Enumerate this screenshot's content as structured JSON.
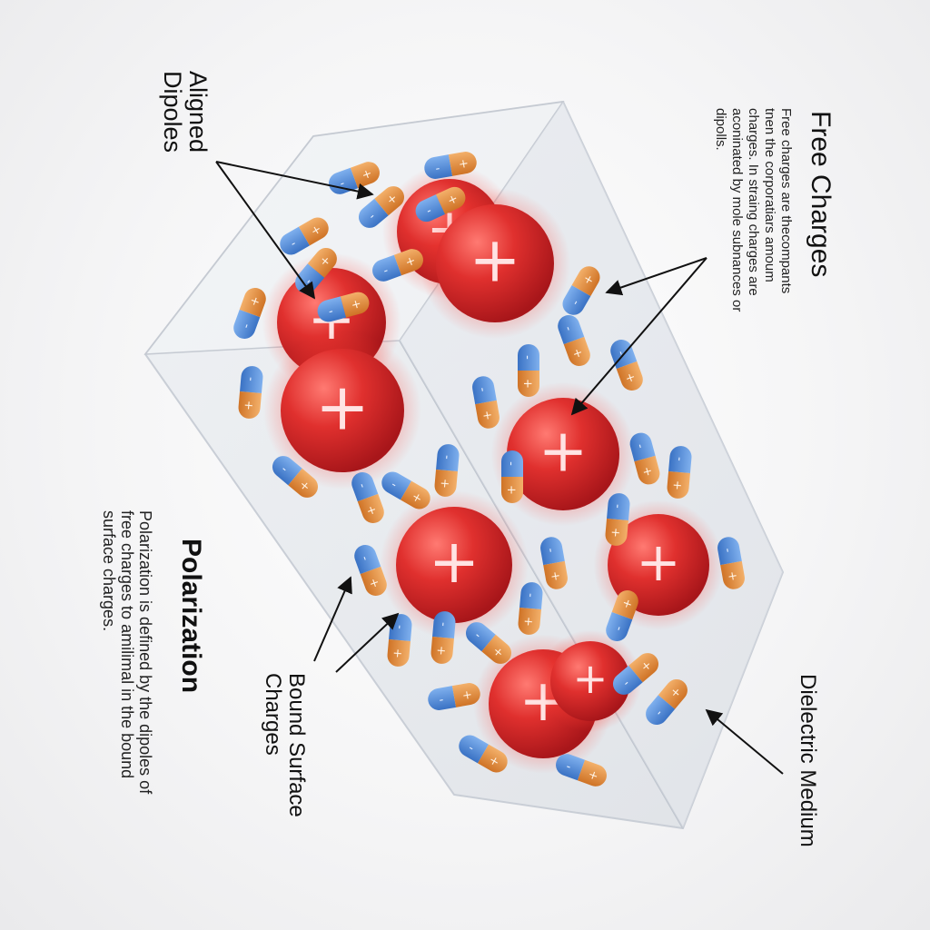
{
  "labels": {
    "aligned_dipoles": "Aligned\nDipoles",
    "free_charges_title": "Free Charges",
    "free_charges_text": "Free charges are thecompants tnen the corporatiars amoum charges. In straing charges are aconinated by mole subnances or dipolls.",
    "polarization_title": "Polarization",
    "polarization_text": "Polarization is defined by the dipoles of free charges to amilimal in the bound surface charges.",
    "bound_surface_charges": "Bound Surface\nCharges",
    "dielectric_medium": "Dielectric Medium"
  },
  "symbols": {
    "positive": "+",
    "negative": "-"
  },
  "colors": {
    "sphere": "#d8262a",
    "dipole_positive": "#e58a3a",
    "dipole_negative": "#4a86d6",
    "glass": "#dfe3e8",
    "arrow": "#111111"
  },
  "icons": {
    "free_charge": "red-sphere-positive",
    "dipole": "capsule-dipole",
    "arrow": "arrow-icon"
  }
}
